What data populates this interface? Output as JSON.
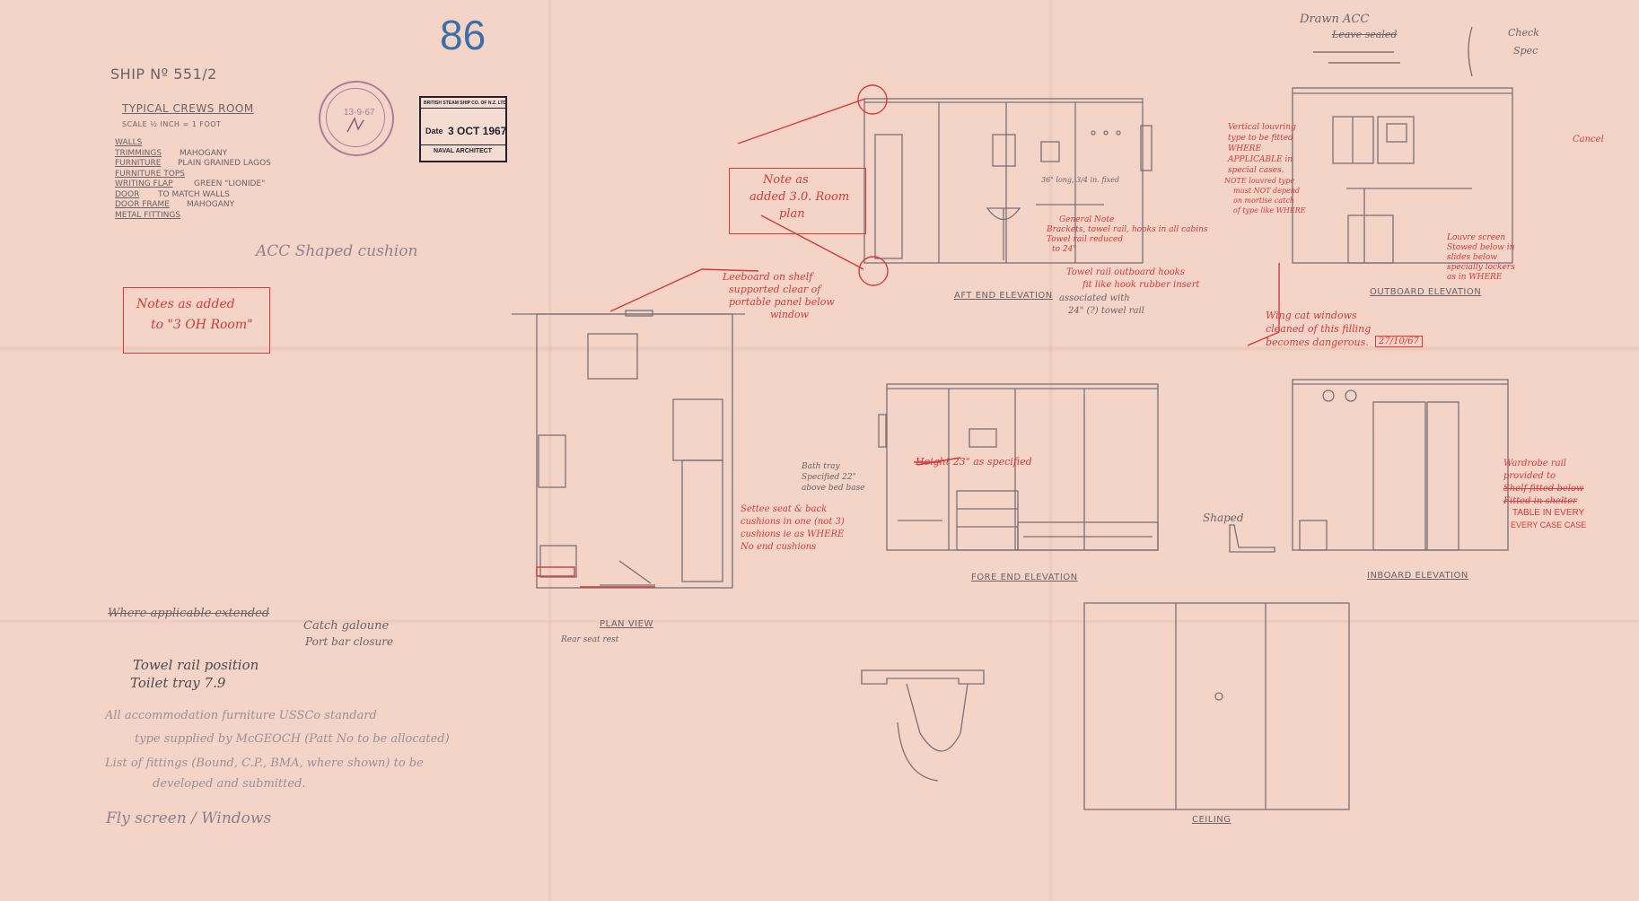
{
  "header": {
    "sheet_number": "86",
    "ship_label": "SHIP Nº 551/2",
    "room_title": "TYPICAL CREWS ROOM",
    "scale": "SCALE ½ INCH = 1 FOOT"
  },
  "spec": [
    {
      "item": "WALLS",
      "value": ""
    },
    {
      "item": "TRIMMINGS",
      "value": "MAHOGANY"
    },
    {
      "item": "FURNITURE",
      "value": "PLAIN GRAINED LAGOS"
    },
    {
      "item": "FURNITURE TOPS",
      "value": ""
    },
    {
      "item": "WRITING FLAP",
      "value": "GREEN \"LIONIDE\""
    },
    {
      "item": "DOOR",
      "value": "TO MATCH WALLS"
    },
    {
      "item": "DOOR FRAME",
      "value": "MAHOGANY"
    },
    {
      "item": "METAL FITTINGS",
      "value": ""
    }
  ],
  "stamps": {
    "round_date": "13-9-67",
    "company": "BRITISH STEAM SHIP CO. OF N.Z. LTD.",
    "date_label": "Date",
    "date_value": "3 OCT 1967",
    "dept": "NAVAL ARCHITECT"
  },
  "views": {
    "aft_end": "AFT END ELEVATION",
    "outboard": "OUTBOARD ELEVATION",
    "plan": "PLAN VIEW",
    "fore_end": "FORE END ELEVATION",
    "inboard": "INBOARD ELEVATION",
    "ceiling": "CEILING"
  },
  "annotations": {
    "acc_note": "ACC Shaped cushion",
    "notes_added_left_1": "Notes as added",
    "notes_added_left_2": "to \"3 OH Room\"",
    "note_aft_1": "Note as",
    "note_aft_2": "added 3.0. Room",
    "note_aft_3": "plan",
    "towel_dim": "36\" long, 3/4 in. fixed",
    "general_note_1": "General Note",
    "general_note_2": "Brackets, towel rail, hooks in all cabins",
    "general_note_3": "Towel rail reduced",
    "general_note_4": "to 24\"",
    "towel_rail_1": "Towel rail outboard hooks",
    "towel_rail_2": "fit like hook rubber insert",
    "assoc_1": "associated with",
    "assoc_2": "24\" (?) towel rail",
    "leeboard_1": "Leeboard on shelf",
    "leeboard_2": "supported clear of",
    "leeboard_3": "portable panel below",
    "leeboard_4": "window",
    "top_right_1": "Drawn ACC",
    "top_right_2": "Leave sealed",
    "top_right_3": "Check",
    "top_right_4": "Spec",
    "vertical_1": "Vertical louvring",
    "vertical_2": "type to be fitted",
    "vertical_3": "WHERE",
    "vertical_4": "APPLICABLE in",
    "vertical_5": "special cases.",
    "vertical_6": "NOTE louvred type",
    "vertical_7": "must NOT depend",
    "vertical_8": "on mortise catch",
    "vertical_9": "of type like WHERE",
    "cancel": "Cancel",
    "louvre_1": "Louvre screen",
    "louvre_2": "Stowed below in",
    "louvre_3": "slides below",
    "louvre_4": "specially lockers",
    "louvre_5": "as in WHERE",
    "wing_1": "Wing cat windows",
    "wing_2": "cleaned of this filling",
    "wing_3": "becomes dangerous.",
    "wing_date": "27/10/67",
    "bath_1": "Bath tray",
    "bath_2": "Specified 22\"",
    "bath_3": "above bed base",
    "height_note": "Height 23\" as specified",
    "settee_1": "Settee seat & back",
    "settee_2": "cushions in one (not 3)",
    "settee_3": "cushions ie as WHERE",
    "settee_4": "No end cushions",
    "shaped": "Shaped",
    "wardrobe_1": "Wardrobe rail",
    "wardrobe_2": "provided to",
    "wardrobe_3": "Shelf fitted below",
    "wardrobe_4": "Fitted in shelter",
    "wardrobe_5": "TABLE IN EVERY",
    "wardrobe_6": "EVERY CASE CASE",
    "plan_sub": "Rear seat rest",
    "bl_strike": "Where applicable extended",
    "bl_catch_1": "Catch galoune",
    "bl_catch_2": "Port bar closure",
    "bl_towel_1": "Towel rail position",
    "bl_towel_2": "Toilet tray 7.9",
    "bl_1": "All accommodation furniture USSCo standard",
    "bl_2": "type supplied by McGEOCH (Patt No to be allocated)",
    "bl_3": "List of fittings (Bound, C.P., BMA, where shown) to be",
    "bl_4": "developed and submitted.",
    "bl_5": "Fly screen / Windows"
  },
  "colors": {
    "paper": "#f3d4c6",
    "pencil": "#6b6268",
    "red_pencil": "#d63a3a",
    "blue_ink": "#3a6fa8",
    "stamp_ink": "#232234",
    "round_stamp": "#b07aa0"
  }
}
